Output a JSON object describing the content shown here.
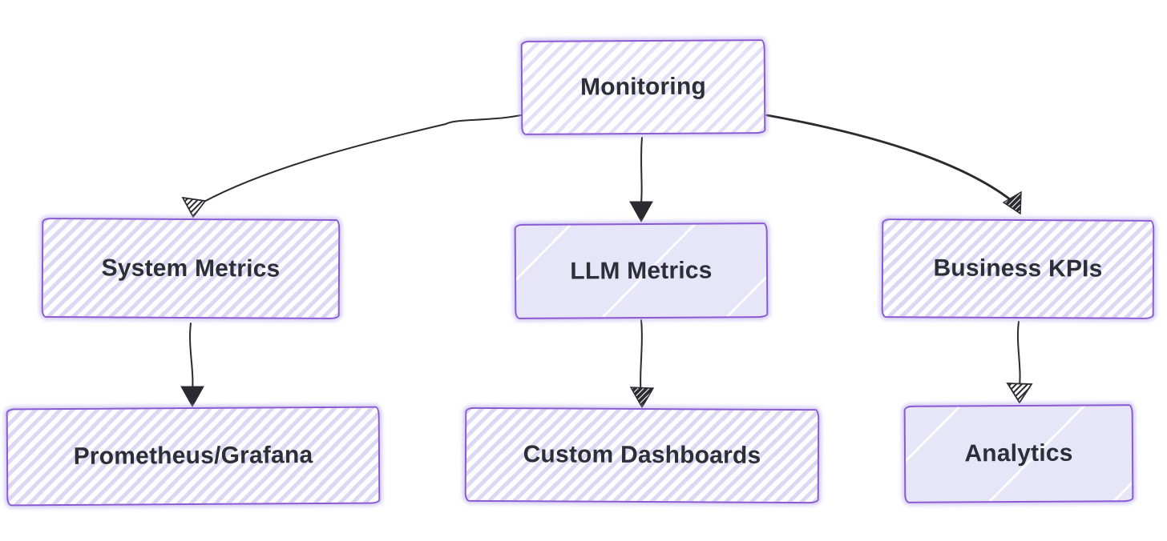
{
  "diagram": {
    "type": "flowchart",
    "style": "hand-drawn sketch",
    "nodes": [
      {
        "id": "monitoring",
        "label": "Monitoring"
      },
      {
        "id": "system-metrics",
        "label": "System Metrics"
      },
      {
        "id": "llm-metrics",
        "label": "LLM Metrics"
      },
      {
        "id": "business-kpis",
        "label": "Business KPIs"
      },
      {
        "id": "prometheus-grafana",
        "label": "Prometheus/Grafana"
      },
      {
        "id": "custom-dashboards",
        "label": "Custom Dashboards"
      },
      {
        "id": "analytics",
        "label": "Analytics"
      }
    ],
    "edges": [
      {
        "from": "Monitoring",
        "to": "System Metrics"
      },
      {
        "from": "Monitoring",
        "to": "LLM Metrics"
      },
      {
        "from": "Monitoring",
        "to": "Business KPIs"
      },
      {
        "from": "System Metrics",
        "to": "Prometheus/Grafana"
      },
      {
        "from": "LLM Metrics",
        "to": "Custom Dashboards"
      },
      {
        "from": "Business KPIs",
        "to": "Analytics"
      }
    ],
    "colors": {
      "background": "#ffffff",
      "node_border": "#8a5ad3",
      "node_fill_solid": "#e7e5f8",
      "node_fill_hatch": "#dcd8f3",
      "node_halo": "#b7abeb",
      "edge_stroke": "#2a2a30",
      "label_text": "#2e2e38"
    }
  }
}
